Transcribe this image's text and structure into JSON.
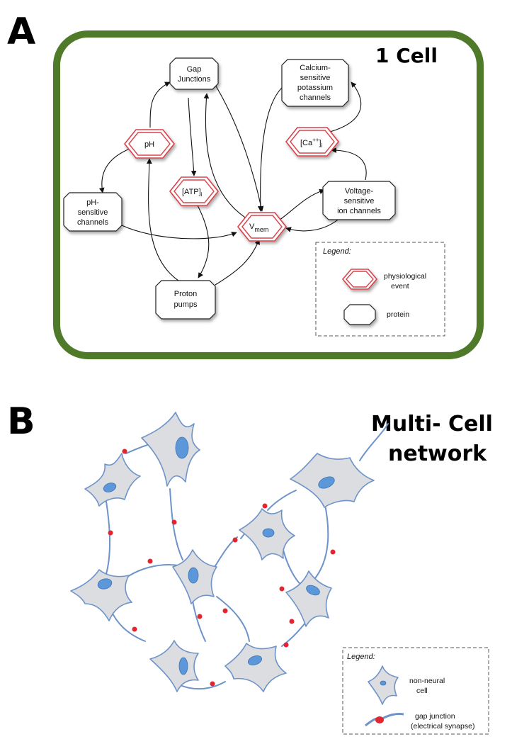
{
  "panel_a": {
    "letter": "A",
    "title": "1 Cell",
    "nodes": {
      "gap_junctions": [
        "Gap",
        "Junctions"
      ],
      "calcium_channels": [
        "Calcium-",
        "sensitive",
        "potassium",
        "channels"
      ],
      "ph": "pH",
      "ca": {
        "base": "[Ca",
        "sup": "++",
        "close": "]",
        "sub": "i"
      },
      "atp": {
        "base": "[ATP]",
        "sub": "i"
      },
      "ph_channels": [
        "pH-",
        "sensitive",
        "channels"
      ],
      "voltage_channels": [
        "Voltage-",
        "sensitive",
        "ion channels"
      ],
      "vmem": {
        "base": "V",
        "sub": "mem"
      },
      "proton_pumps": [
        "Proton",
        "pumps"
      ]
    },
    "legend": {
      "title": "Legend:",
      "event_label": [
        "physiological",
        "event"
      ],
      "protein_label": "protein"
    },
    "colors": {
      "frame": "#4f7a2a",
      "event": "#d9434b"
    }
  },
  "panel_b": {
    "letter": "B",
    "title_lines": [
      "Multi- Cell",
      "network"
    ],
    "legend": {
      "title": "Legend:",
      "cell_label": [
        "non-neural",
        "cell"
      ],
      "junction_label": [
        "gap junction",
        "(electrical synapse)"
      ]
    },
    "colors": {
      "membrane": "#6d93c8",
      "cytoplasm": "#dcdde0",
      "nucleus": "#5b97d9",
      "junction": "#e3252f"
    }
  }
}
